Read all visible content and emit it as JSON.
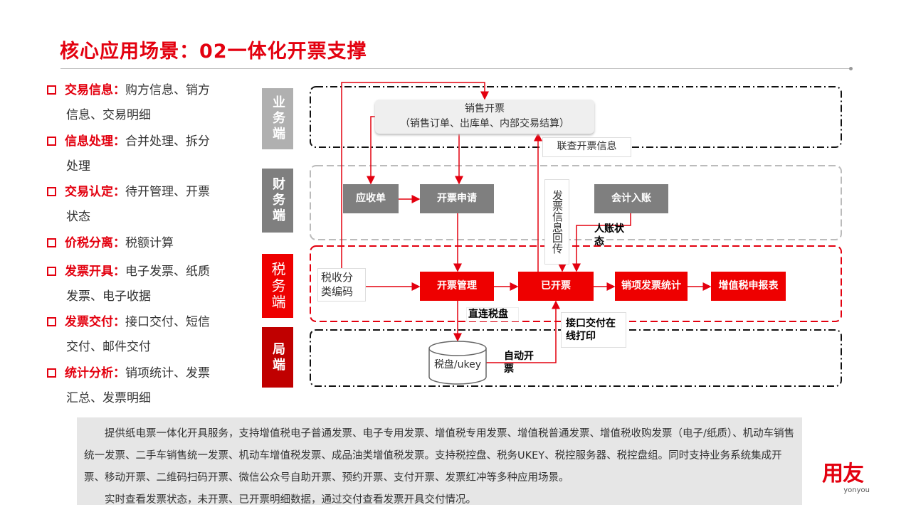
{
  "title": "核心应用场景：02一体化开票支撑",
  "features": [
    {
      "key": "交易信息：",
      "text": "购方信息、销方",
      "cont": "信息、交易明细"
    },
    {
      "key": "信息处理：",
      "text": "合并处理、拆分",
      "cont": "处理"
    },
    {
      "key": "交易认定：",
      "text": "待开管理、开票",
      "cont": "状态"
    },
    {
      "key": "价税分离：",
      "text": "税额计算",
      "cont": ""
    },
    {
      "key": "发票开具：",
      "text": "电子发票、纸质",
      "cont": "发票、电子收据"
    },
    {
      "key": "发票交付：",
      "text": "接口交付、短信",
      "cont": "交付、邮件交付"
    },
    {
      "key": "统计分析：",
      "text": "销项统计、发票",
      "cont": "汇总、发票明细"
    }
  ],
  "lanes": [
    "业务端",
    "财务端",
    "税务端",
    "局端"
  ],
  "diagram": {
    "sales_title": "销售开票",
    "sales_sub": "（销售订单、出库单、内部交易结算）",
    "lookup": "联查开票信息",
    "receivable": "应收单",
    "apply": "开票申请",
    "accounting": "会计入账",
    "feedback": "发票信息回传",
    "entry_status": "人账状态",
    "tax_code": "税收分类编码",
    "manage": "开票管理",
    "issued": "已开票",
    "output_stats": "销项发票统计",
    "vat_report": "增值税申报表",
    "direct": "直连税盘",
    "delivery": "接口交付在线打印",
    "disk": "税盘/ukey",
    "auto": "自动开票"
  },
  "description": [
    "提供纸电票一体化开具服务，支持增值税电子普通发票、电子专用发票、增值税专用发票、增值税普通发票、增值税收购发票（电子/纸质）、机动车销售统一发票、二手车销售统一发票、机动车增值税发票、成品油类增值税发票。支持税控盘、税务UKEY、税控服务器、税控盘组。同时支持业务系统集成开票、移动开票、二维码扫码开票、微信公众号自助开票、预约开票、支付开票、发票红冲等多种应用场景。",
    "实时查看发票状态，未开票、已开票明细数据，通过交付查看发票开具交付情况。"
  ],
  "logo": {
    "cn": "用友",
    "en": "yonyou"
  },
  "colors": {
    "red": "#e3000f",
    "gray": "#7f7f7f"
  }
}
